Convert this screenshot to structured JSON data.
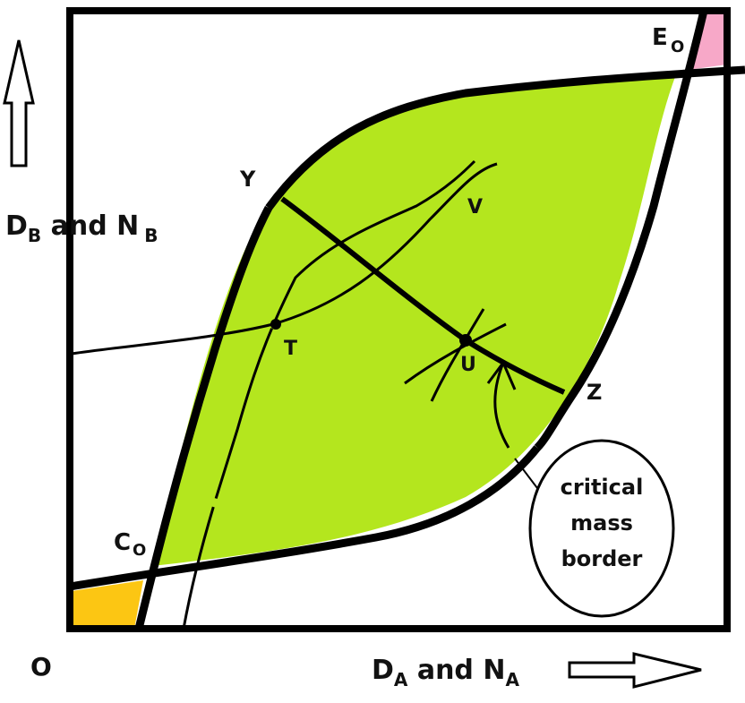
{
  "axes": {
    "y_label_main": "D",
    "y_label_sub1": "B",
    "y_label_and": " and N",
    "y_label_sub2": "B",
    "x_label_main": "D",
    "x_label_sub1": "A",
    "x_label_and": " and N",
    "x_label_sub2": "A",
    "origin": "O"
  },
  "points": {
    "E": "E",
    "E_sub": "O",
    "C": "C",
    "C_sub": "O",
    "Y": "Y",
    "Z": "Z",
    "T": "T",
    "U": "U",
    "V": "V"
  },
  "callout": {
    "line1": "critical",
    "line2": "mass",
    "line3": "border"
  },
  "colors": {
    "lens_fill": "#b4e61e",
    "top_right_fill": "#f7a8c8",
    "bottom_left_fill": "#fcc613",
    "stroke": "#000000"
  }
}
